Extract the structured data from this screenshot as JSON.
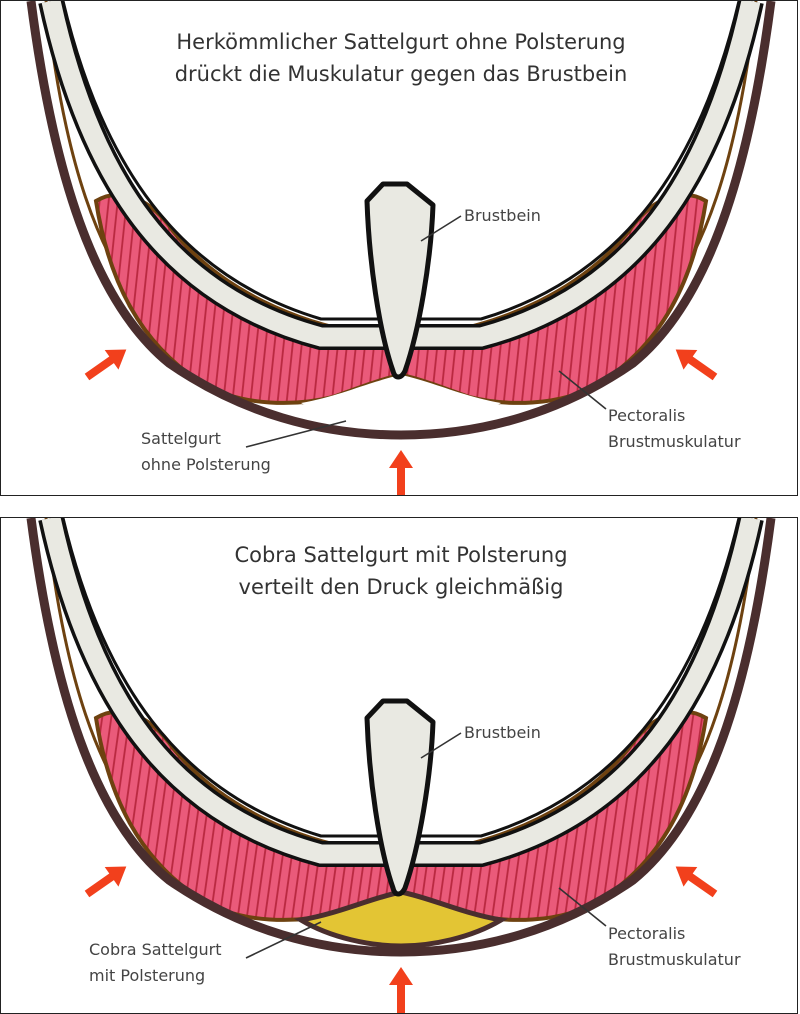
{
  "colors": {
    "skin": "#4a2e2e",
    "muscle": "#ea5a7a",
    "hatch": "#b8283f",
    "fascia": "#6e4210",
    "bone": "#e9e9e2",
    "pad": "#e3c534",
    "arrow": "#f2401c"
  },
  "panels": [
    {
      "title_line1": "Herkömmlicher Sattelgurt ohne Polsterung",
      "title_line2": "drückt die Muskulatur gegen das Brustbein",
      "sternum_label": "Brustbein",
      "girth_label_line1": "Sattelgurt",
      "girth_label_line2": "ohne Polsterung",
      "muscle_label_line1": "Pectoralis",
      "muscle_label_line2": "Brustmuskulatur",
      "padded": false
    },
    {
      "title_line1": "Cobra Sattelgurt mit Polsterung",
      "title_line2": "verteilt den Druck gleichmäßig",
      "sternum_label": "Brustbein",
      "girth_label_line1": "Cobra Sattelgurt",
      "girth_label_line2": "mit Polsterung",
      "muscle_label_line1": "Pectoralis",
      "muscle_label_line2": "Brustmuskulatur",
      "padded": true
    }
  ]
}
